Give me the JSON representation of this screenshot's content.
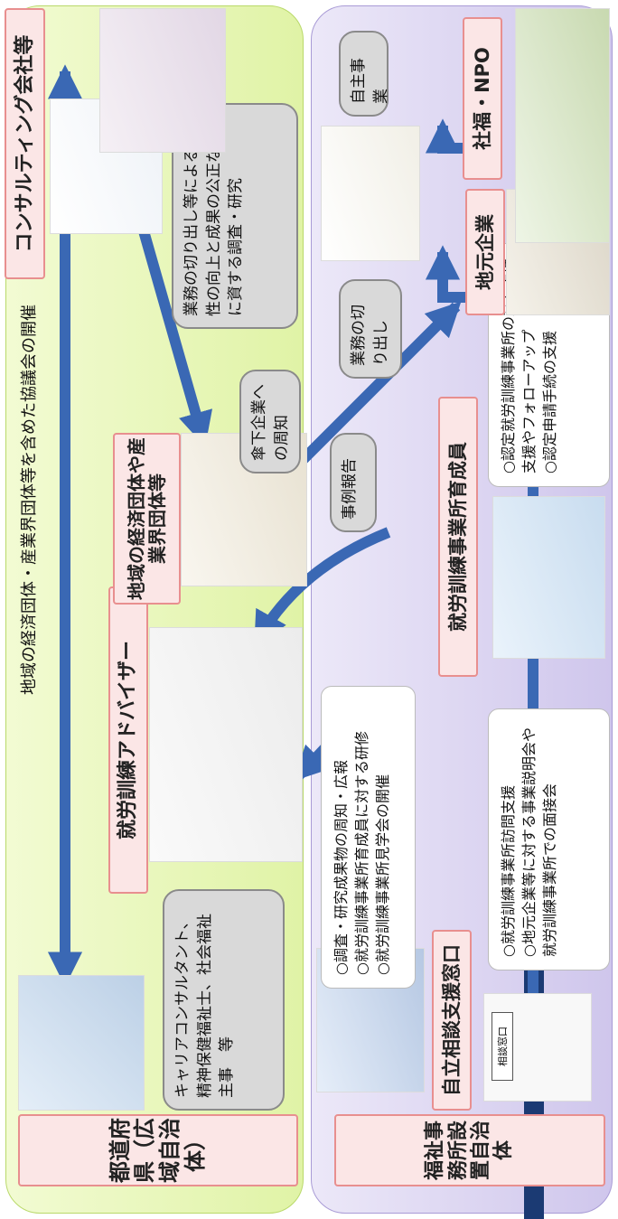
{
  "prefecture_label": "都道府県（広域自治体）",
  "municipality_label": "福祉事務所設置自治体",
  "consulting_label": "コンサルティング会社等",
  "council_text": "地域の経済団体・産業界団体等を含めた協議会の開催",
  "economic_org_label": "地域の経済団体や産業界団体等",
  "research_text": "業務の切り出し等による生産性の向上と成果の公正な分配に資する調査・研究",
  "notify_text": "傘下企業への周知",
  "case_report_text": "事例報告",
  "advisor_label": "就労訓練アドバイザー",
  "qualifications_text": "キャリアコンサルタント、精神保健福祉士、社会福祉主事　等",
  "advisor_tasks": [
    "○調査・研究成果物の周知・広報",
    "○就労訓練事業所育成員に対する研修",
    "○就労訓練事業所見学会の開催"
  ],
  "cultivator_label": "就労訓練事業所育成員",
  "cultivator_tasks": [
    "○認定就労訓練事業所の立ち上げ支援やフォローアップ",
    "○認定申請手続の支援"
  ],
  "consult_window_label": "自立相談支援窓口",
  "consult_tasks": [
    "○就労訓練事業所訪問支援",
    "○地元企業等に対する事業説明会や就労訓練事業所での面接会"
  ],
  "local_company_label": "地元企業",
  "work_cutout_text": "業務の切り出し",
  "welfare_npo_label": "社福・NPO",
  "self_business_text": "自主事業",
  "consult_sign_text": "相談窓口",
  "colors": {
    "green_panel": "#e0f3a6",
    "purple_panel": "#cfc6ec",
    "arrow_blue": "#3a68b4",
    "pink_label": "#fbe6e6",
    "navy": "#1b3a73"
  }
}
